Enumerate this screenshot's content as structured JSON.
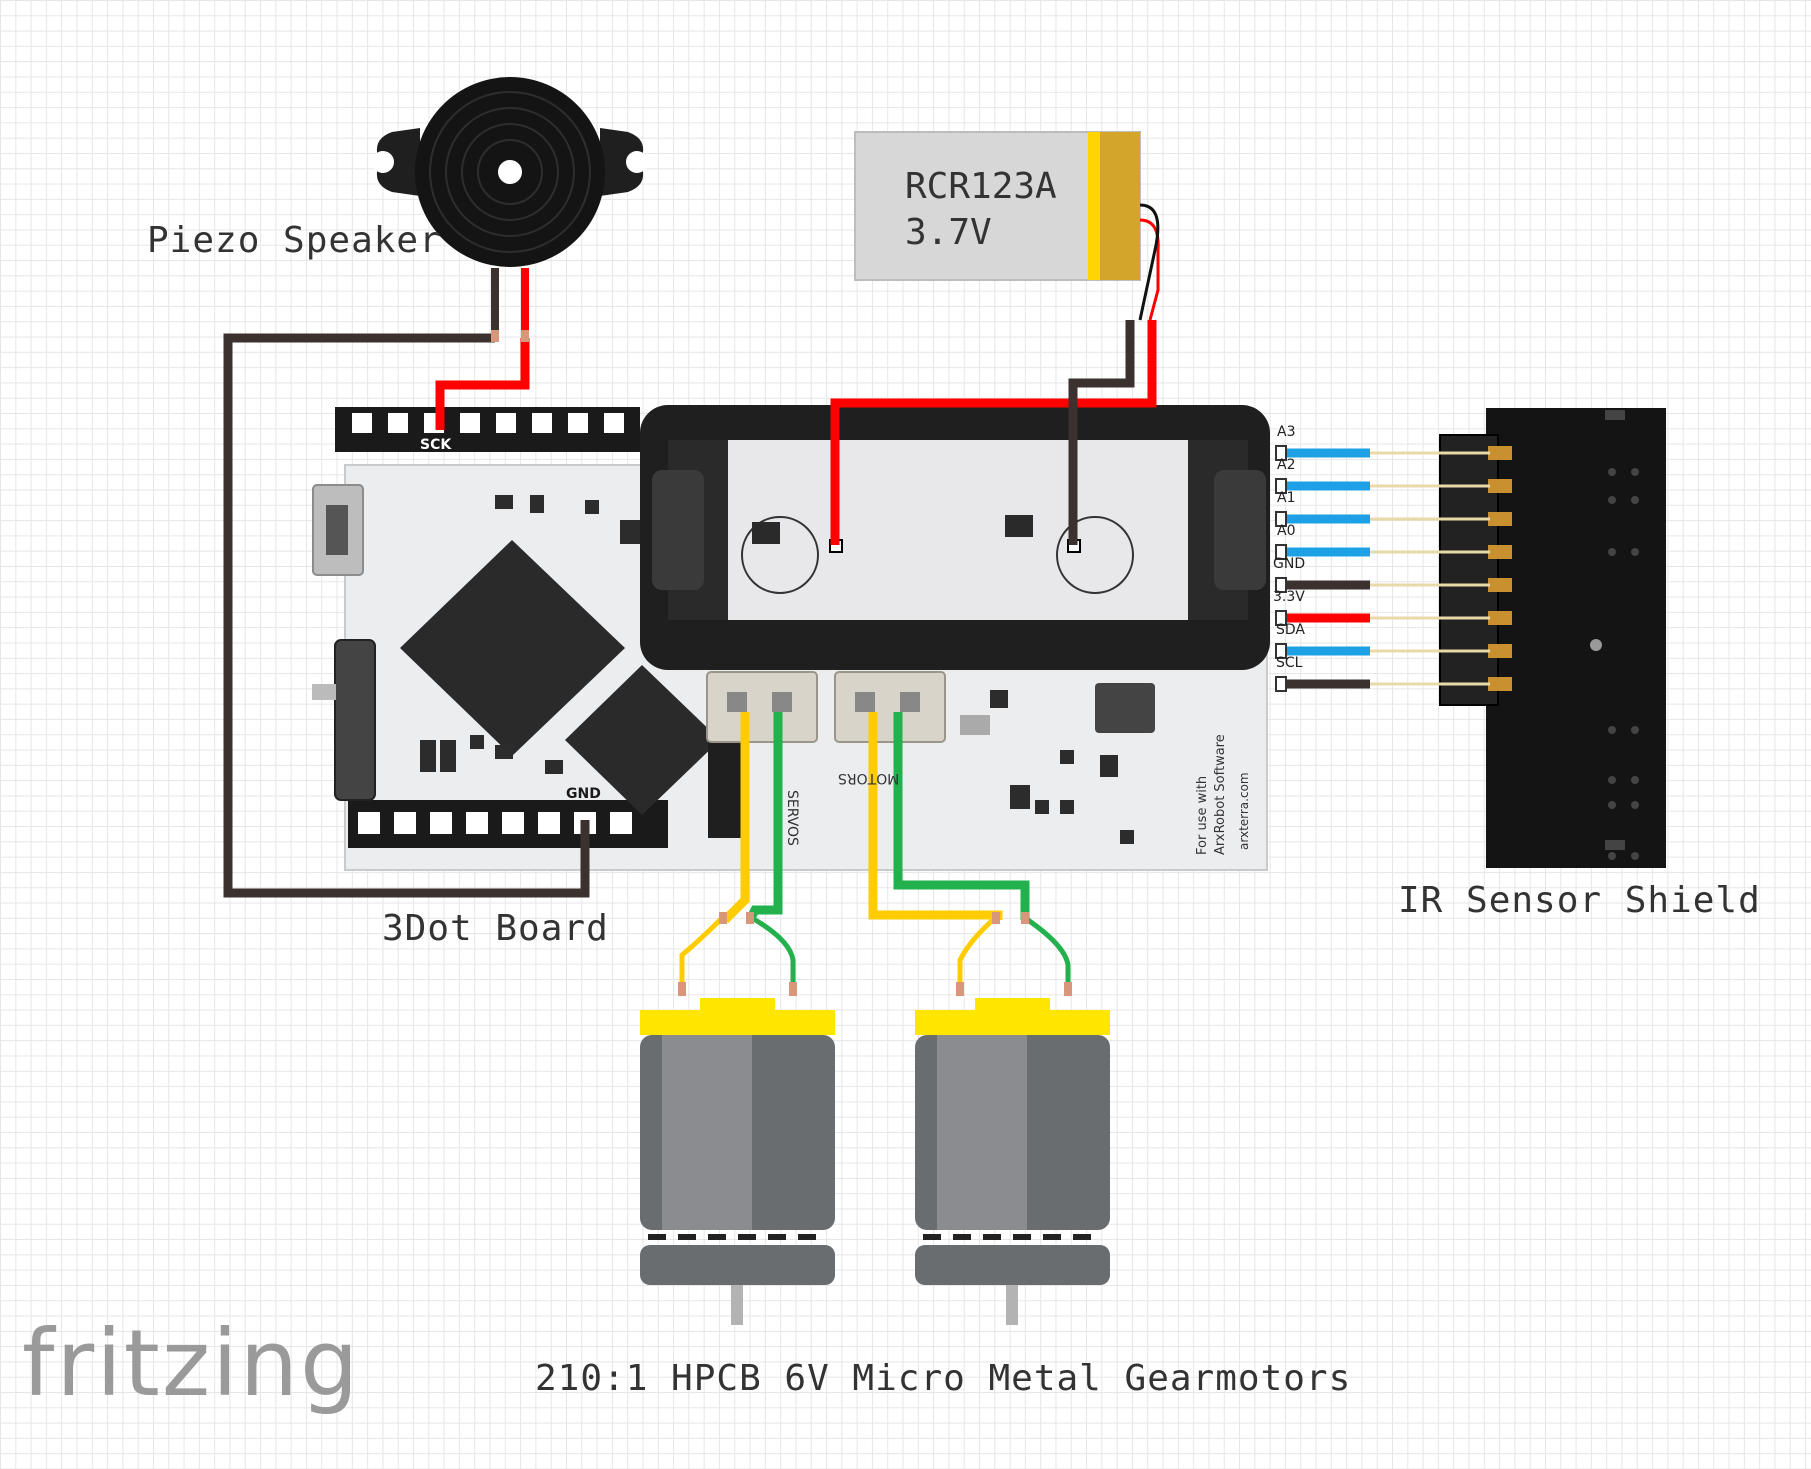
{
  "labels": {
    "piezo": "Piezo Speaker",
    "board": "3Dot Board",
    "ir_shield": "IR Sensor Shield",
    "motors": "210:1 HPCB 6V Micro Metal Gearmotors"
  },
  "battery": {
    "model": "RCR123A",
    "voltage": "3.7V"
  },
  "board_pins": {
    "top": "SCK",
    "bottom": "GND"
  },
  "board_silk": {
    "servos": "SERVOS",
    "motors": "MOTORS",
    "note_line1": "For use with",
    "note_line2": "ArxRobot Software",
    "url": "arxterra.com"
  },
  "shield_pins": [
    "A3",
    "A2",
    "A1",
    "A0",
    "GND",
    "3.3V",
    "SDA",
    "SCL"
  ],
  "logo": "fritzing",
  "colors": {
    "wire_red": "#ff0000",
    "wire_black": "#3b3230",
    "wire_blue": "#1ea0e6",
    "wire_yellow": "#ffcc00",
    "wire_green": "#22b14c",
    "battery_yellow": "#d4a52b",
    "motor_yellow": "#ffe600"
  }
}
